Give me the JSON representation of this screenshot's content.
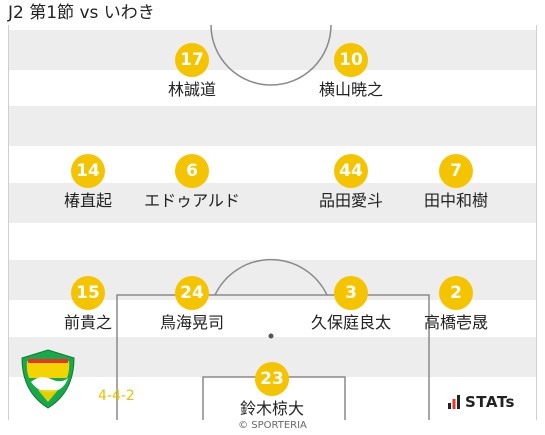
{
  "header": {
    "title": "J2 第1節 vs いわき"
  },
  "team": {
    "formation": "4-4-2",
    "logo_icon": "jef-united-crest-icon",
    "colors": {
      "accent": "#f5c400",
      "logo_green": "#17a94a",
      "logo_yellow": "#f3d400"
    }
  },
  "players": {
    "fw": [
      {
        "number": "17",
        "name": "林誠道"
      },
      {
        "number": "10",
        "name": "横山暁之"
      }
    ],
    "mf": [
      {
        "number": "14",
        "name": "椿直起"
      },
      {
        "number": "6",
        "name": "エドゥアルド"
      },
      {
        "number": "44",
        "name": "品田愛斗"
      },
      {
        "number": "7",
        "name": "田中和樹"
      }
    ],
    "df": [
      {
        "number": "15",
        "name": "前貴之"
      },
      {
        "number": "24",
        "name": "鳥海晃司"
      },
      {
        "number": "3",
        "name": "久保庭良太"
      },
      {
        "number": "2",
        "name": "高橋壱晟"
      }
    ],
    "gk": {
      "number": "23",
      "name": "鈴木椋大"
    }
  },
  "footer": {
    "stats_logo": "STATs",
    "stats_icon": "stats-bars-icon",
    "copyright": "© SPORTERIA"
  }
}
